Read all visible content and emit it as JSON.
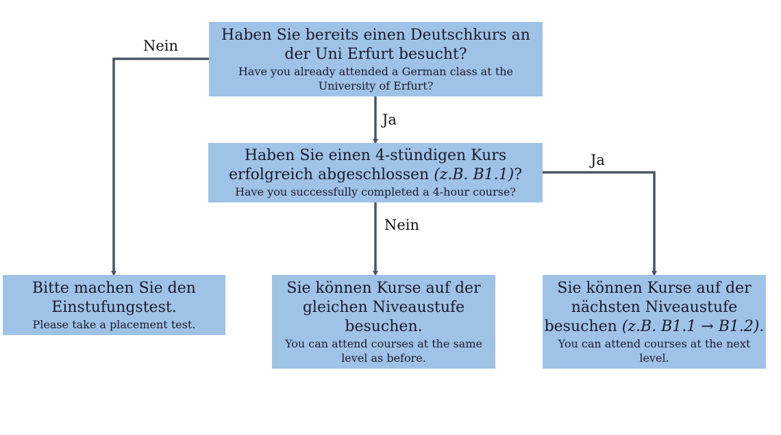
{
  "colors": {
    "box": "#9fc3e6",
    "line": "#4a5563"
  },
  "q1": {
    "de": [
      "Haben Sie bereits einen Deutschkurs an",
      "der Uni Erfurt besucht?"
    ],
    "en": [
      "Have you already attended a German class at the",
      "University of Erfurt?"
    ]
  },
  "q2": {
    "de1": "Haben Sie einen 4-stündigen Kurs",
    "de2a": "erfolgreich abgeschlossen ",
    "de2b": "(z.B. B1.1)",
    "de2c": "?",
    "en": "Have you successfully completed a 4-hour course?"
  },
  "r1": {
    "de": [
      "Bitte machen Sie den",
      "Einstufungstest."
    ],
    "en": "Please take a placement test."
  },
  "r2": {
    "de": [
      "Sie können Kurse auf der",
      "gleichen Niveaustufe",
      "besuchen."
    ],
    "en": [
      "You can attend courses at the same",
      "level as before."
    ]
  },
  "r3": {
    "de": [
      "Sie können Kurse auf der",
      "nächsten Niveaustufe"
    ],
    "de3a": "besuchen ",
    "de3b": "(z.B. B1.1  → B1.2).",
    "en": [
      "You can attend courses at the next",
      "level."
    ]
  },
  "labels": {
    "q1_no": "Nein",
    "q1_yes": "Ja",
    "q2_yes": "Ja",
    "q2_no": "Nein"
  }
}
